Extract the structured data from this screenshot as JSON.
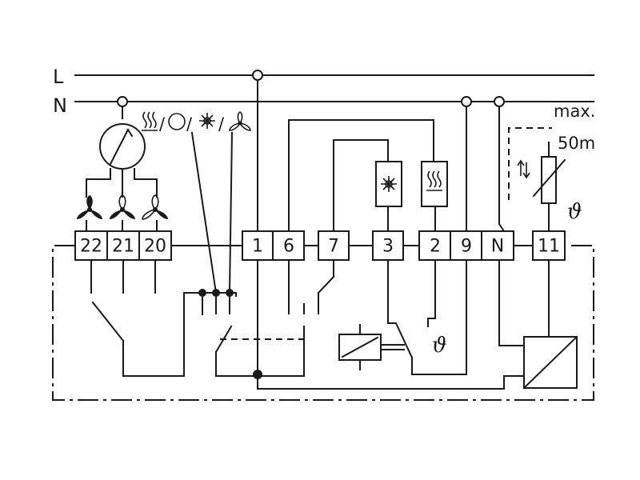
{
  "lines": {
    "live": "L",
    "neutral": "N"
  },
  "terminals": [
    {
      "id": "22",
      "label": "22"
    },
    {
      "id": "21",
      "label": "21"
    },
    {
      "id": "20",
      "label": "20"
    },
    {
      "id": "1",
      "label": "1"
    },
    {
      "id": "6",
      "label": "6"
    },
    {
      "id": "7",
      "label": "7"
    },
    {
      "id": "3",
      "label": "3"
    },
    {
      "id": "2",
      "label": "2"
    },
    {
      "id": "9",
      "label": "9"
    },
    {
      "id": "N",
      "label": "N"
    },
    {
      "id": "11",
      "label": "11"
    }
  ],
  "mode_selector": {
    "separator_1": "/",
    "separator_2": "/",
    "separator_3": "/"
  },
  "sensor": {
    "max_label": "max.",
    "distance_label": "50m",
    "symbol": "ϑ"
  },
  "thermostat_symbol": "ϑ",
  "icons": [
    "fan-motor-icon",
    "fan-speed-high-icon",
    "fan-speed-medium-icon",
    "fan-speed-low-icon",
    "heating-icon",
    "off-icon",
    "cooling-icon",
    "fan-icon",
    "relay-coil-icon",
    "sensor-resistor-icon",
    "electronic-module-icon"
  ]
}
